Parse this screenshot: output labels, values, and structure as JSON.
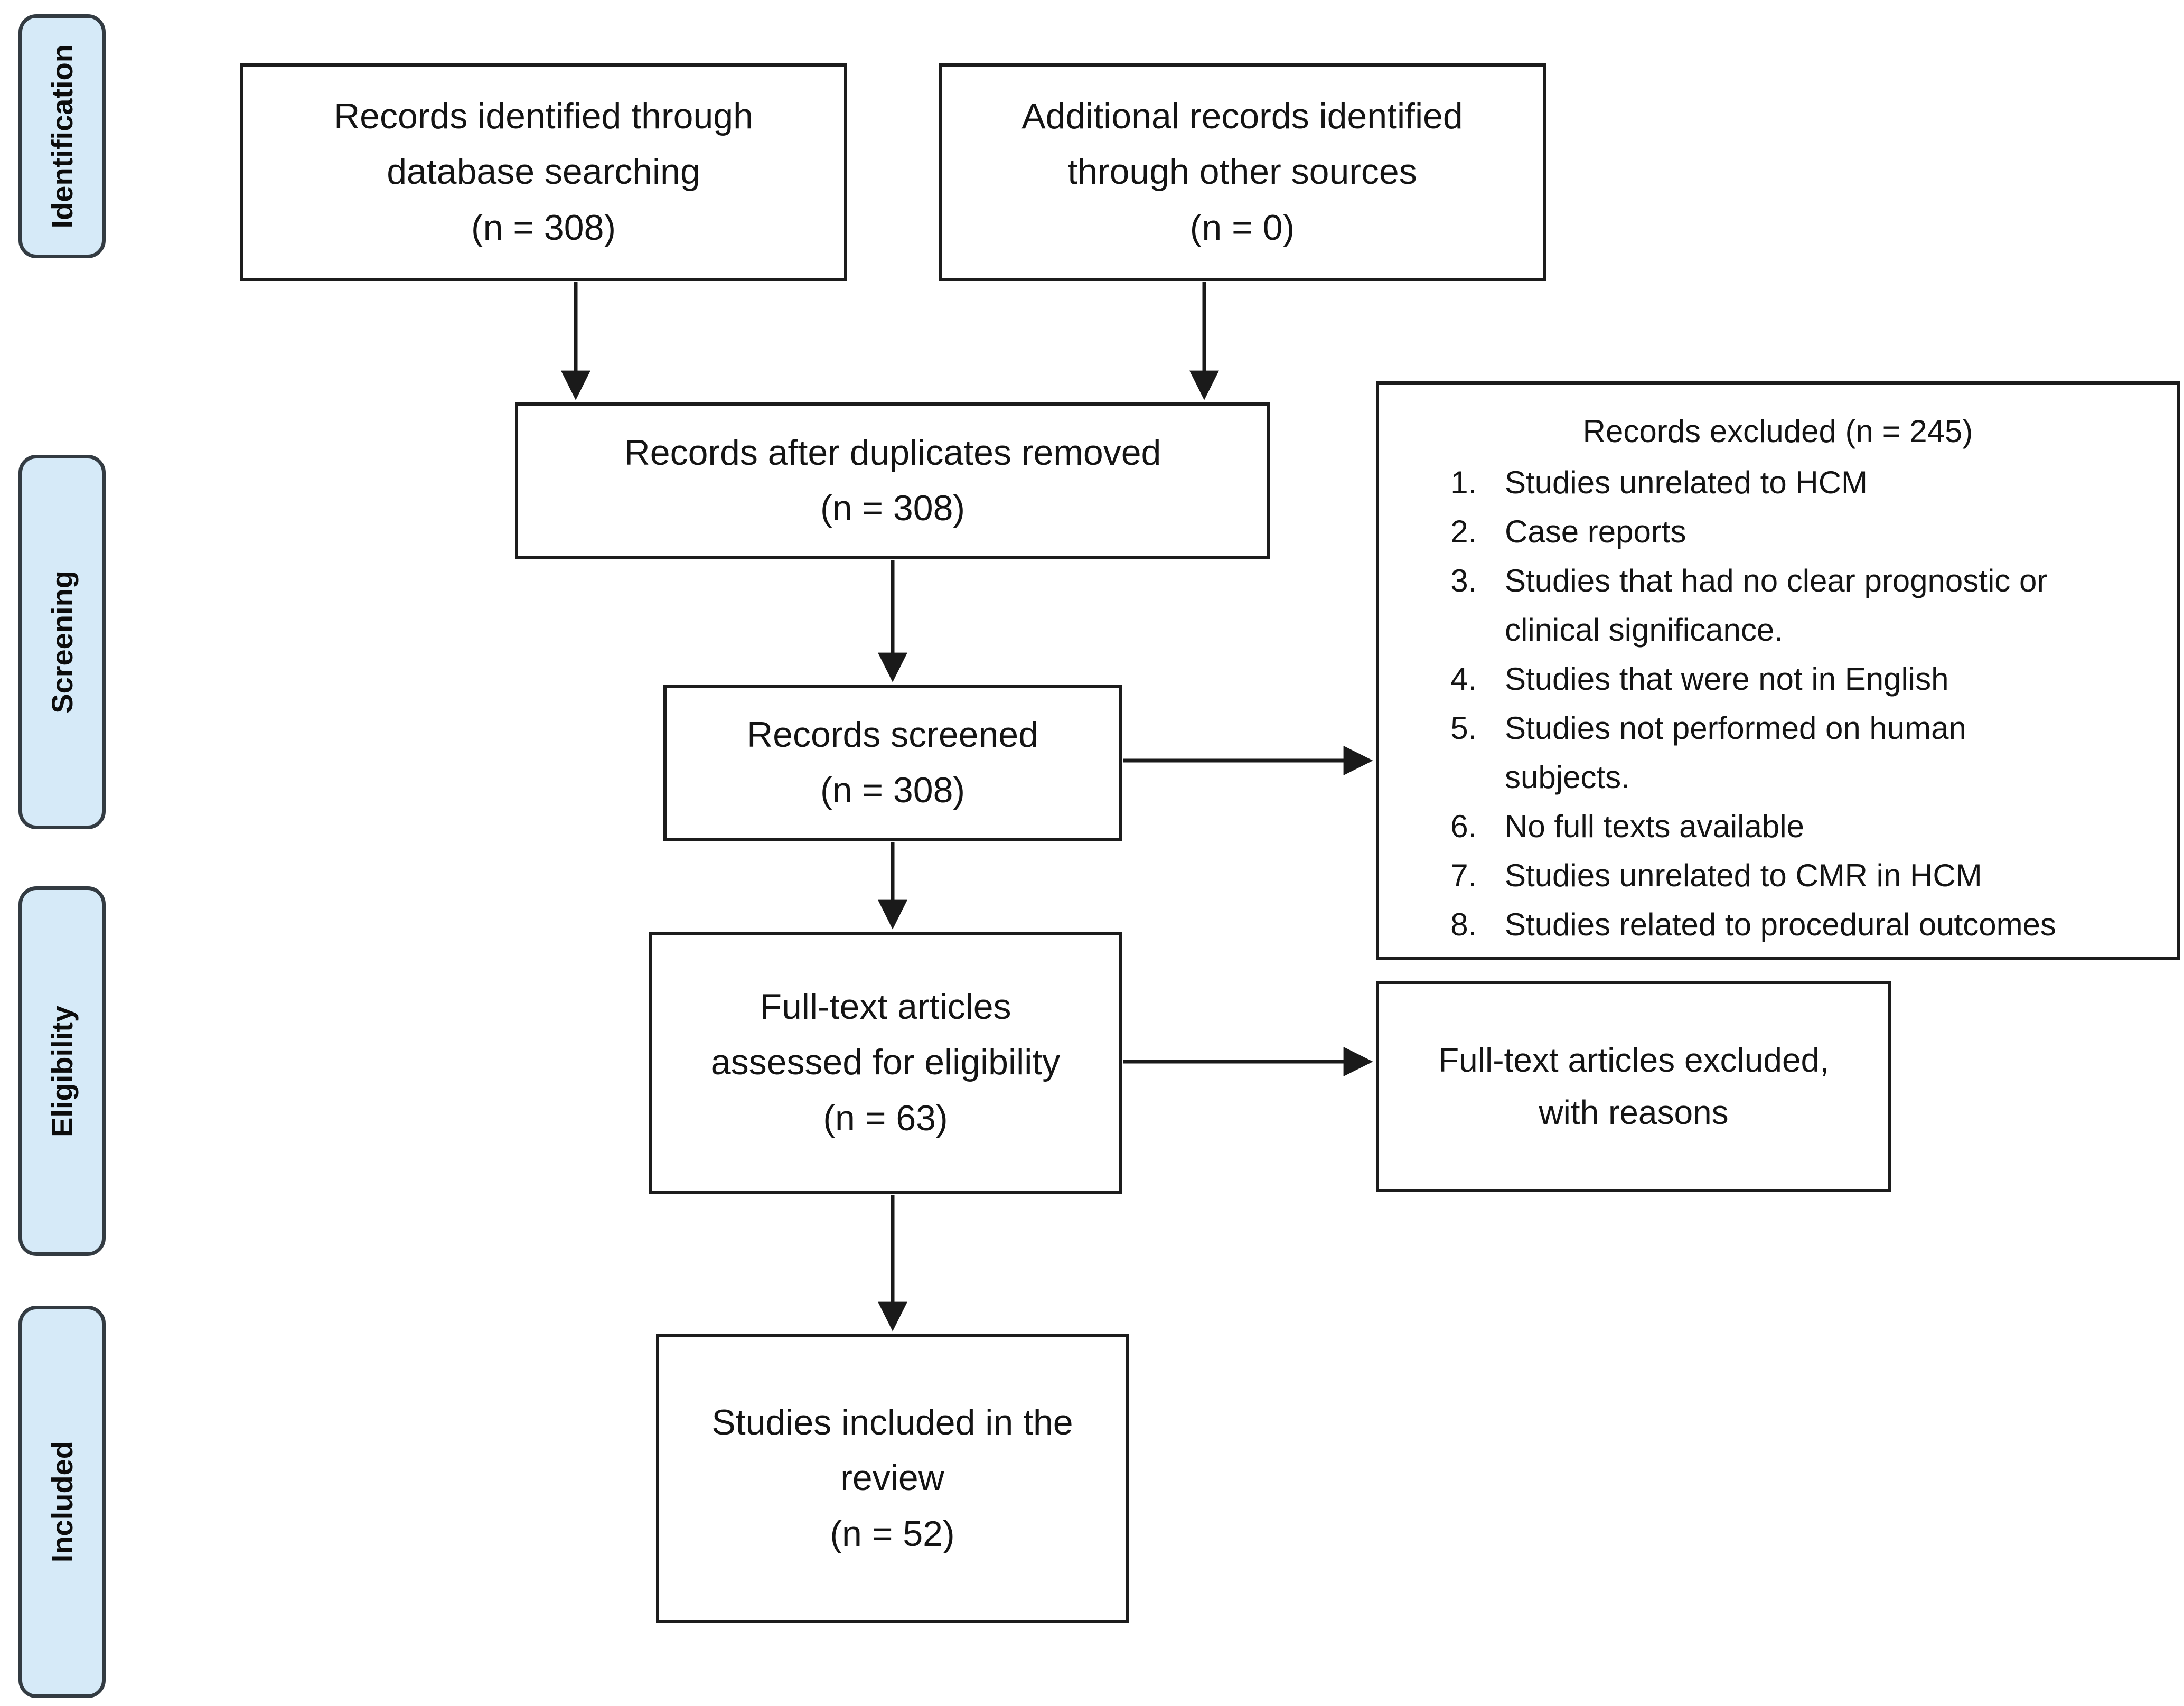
{
  "diagram": {
    "sidebar": {
      "stages": [
        {
          "label": "Identification"
        },
        {
          "label": "Screening"
        },
        {
          "label": "Eligibility"
        },
        {
          "label": "Included"
        }
      ]
    },
    "boxes": {
      "identified": {
        "label": "Records identified through\ndatabase searching",
        "count": "(n = 308)"
      },
      "additional": {
        "label": "Additional records identified\nthrough other sources",
        "count": "(n = 0)"
      },
      "deduplicated": {
        "label": "Records after duplicates removed",
        "count": "(n = 308)"
      },
      "screened": {
        "label": "Records screened",
        "count": "(n = 308)"
      },
      "excluded": {
        "title": "Records excluded (n = 245)",
        "reasons": [
          "Studies unrelated to HCM",
          "Case reports",
          "Studies that had no clear prognostic or\nclinical significance.",
          "Studies that were not in English",
          "Studies not performed on human\nsubjects.",
          "No full texts available",
          "Studies unrelated to CMR in HCM",
          "Studies related to procedural outcomes"
        ]
      },
      "fulltext": {
        "label": "Full-text articles\nassessed for eligibility",
        "count": "(n = 63)"
      },
      "fulltext_excluded": {
        "label": "Full-text articles excluded,\nwith reasons"
      },
      "included": {
        "label": "Studies included in the\nreview",
        "count": "(n = 52)"
      }
    },
    "colors": {
      "stage_fill": "#d6eaf8",
      "stage_border": "#333b42",
      "box_border": "#1c1c1c",
      "arrow": "#1a1a1a",
      "text": "#141414"
    }
  }
}
